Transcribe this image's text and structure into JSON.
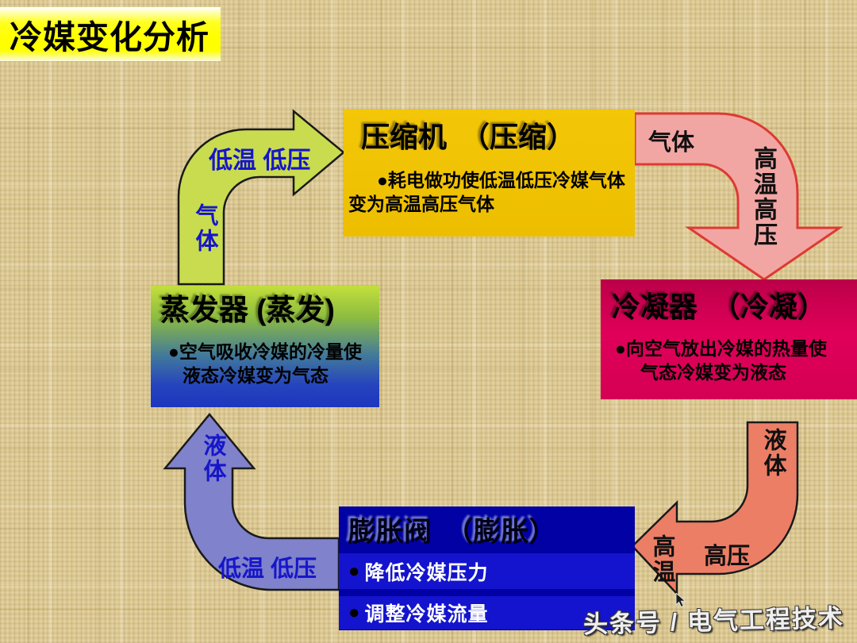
{
  "slide": {
    "title": "冷媒变化分析",
    "watermark": "头条号 / 电气工程技术"
  },
  "boxes": {
    "compressor": {
      "title": "压缩机　（压缩）",
      "line1": "●耗电做功使低温低压冷媒气体",
      "line2": "变为高温高压气体"
    },
    "condenser": {
      "title": "冷凝器　（冷凝）",
      "line1": "●向空气放出冷媒的热量使",
      "line2": "气态冷媒变为液态"
    },
    "expansion_valve": {
      "title": "膨胀阀　（膨胀）",
      "bullets": [
        {
          "marker": "●",
          "text": "降低冷媒压力"
        },
        {
          "marker": "●",
          "text": "调整冷媒流量"
        }
      ]
    },
    "evaporator": {
      "title": "蒸发器 (蒸发)",
      "line1": "●空气吸收冷媒的冷量使",
      "line2": "液态冷媒变为气态"
    }
  },
  "arrows": {
    "evap_to_compressor": {
      "state": "气体",
      "condition": "低温 低压",
      "fill": "#C9DC4F",
      "stroke": "#1A1A1A"
    },
    "compressor_to_condenser": {
      "state": "气体",
      "condition": "高温高压",
      "fill": "#F2A6A4",
      "stroke": "#DD3A32"
    },
    "condenser_to_valve": {
      "state": "液体",
      "condition_temp": "高温",
      "condition_pressure": "高压",
      "fill": "#EC7E66",
      "stroke": "#1A1A1A"
    },
    "valve_to_evaporator": {
      "state": "液体",
      "condition": "低温 低压",
      "fill": "#8082CB",
      "stroke": "#1A1A1A"
    }
  },
  "colors": {
    "background_base": "#DBC791",
    "title_bg": "#FFFF00",
    "compressor_bg": "#F0C101",
    "condenser_bg": "#D8004F",
    "expansion_bg": "#0101A4",
    "evaporator_top": "#C3DF3B",
    "evaporator_bottom": "#1D36BE",
    "blue_label": "#1616C8"
  }
}
